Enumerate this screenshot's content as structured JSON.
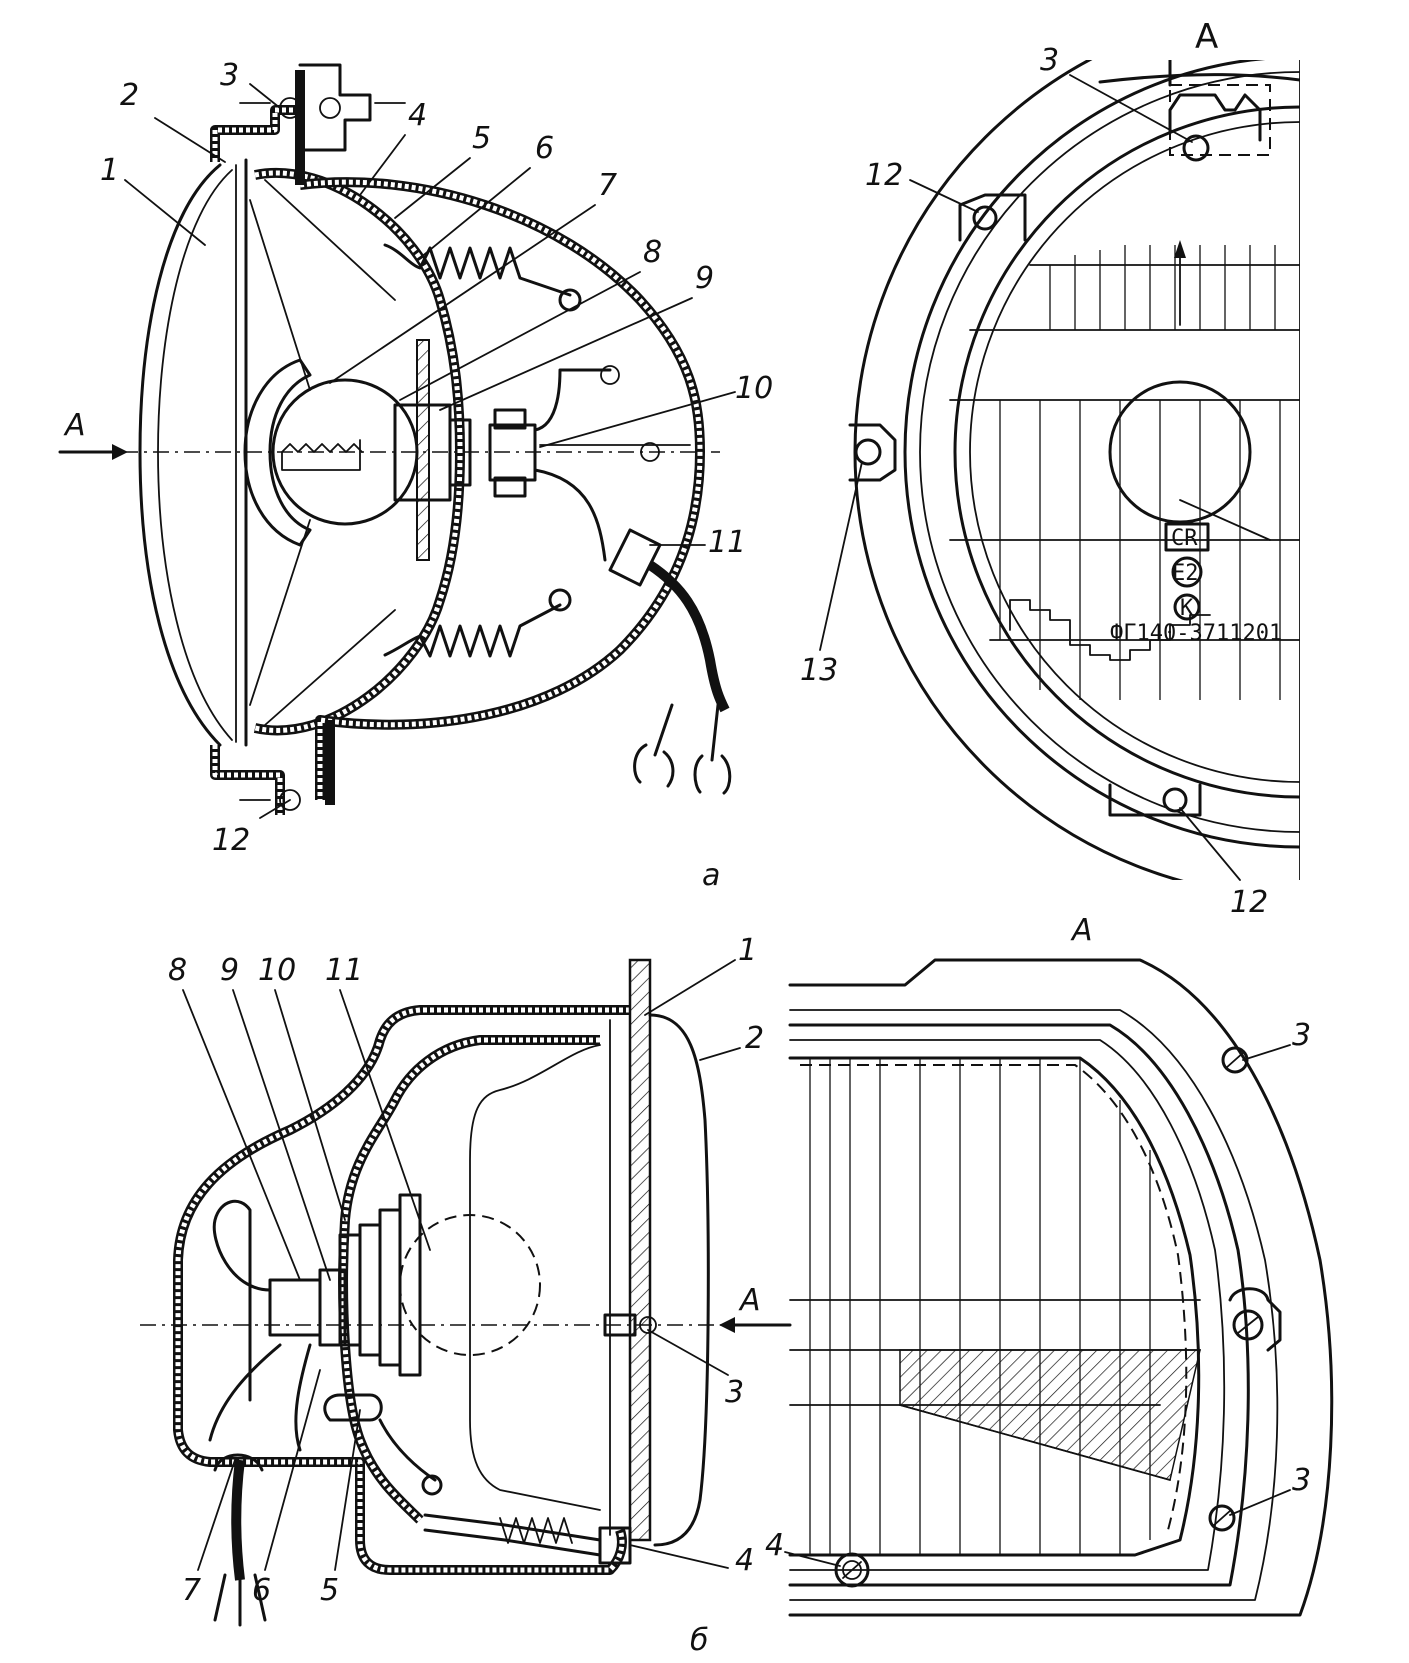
{
  "panel_a": {
    "caption": "а",
    "view_marker": "A",
    "callouts": [
      "1",
      "2",
      "3",
      "4",
      "5",
      "6",
      "7",
      "8",
      "9",
      "10",
      "11",
      "12"
    ],
    "front_view": {
      "view_title": "A",
      "callouts": [
        "3",
        "12",
        "12",
        "13"
      ],
      "lens_markings": [
        "CR",
        "E2",
        "K",
        "ФГ140-3711201"
      ]
    }
  },
  "panel_b": {
    "caption": "б",
    "view_marker": "A",
    "callouts": [
      "1",
      "2",
      "3",
      "4",
      "5",
      "6",
      "7",
      "8",
      "9",
      "10",
      "11"
    ],
    "detail_view": {
      "view_title": "A",
      "callouts": [
        "3",
        "3",
        "4"
      ]
    }
  }
}
